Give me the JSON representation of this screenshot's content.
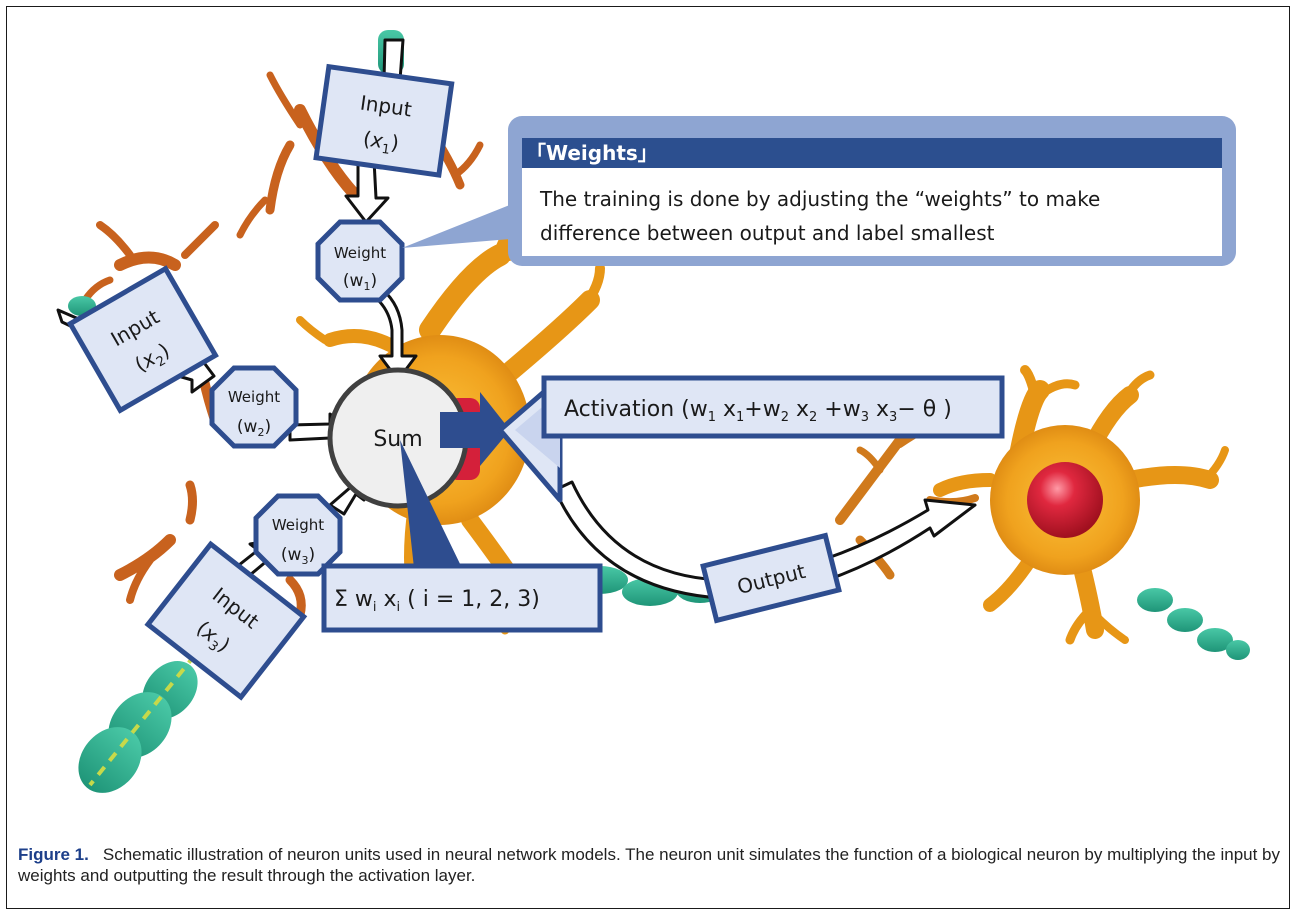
{
  "diagram": {
    "inputs": [
      {
        "label": "Input",
        "var": "x",
        "sub": "1"
      },
      {
        "label": "Input",
        "var": "x",
        "sub": "2"
      },
      {
        "label": "Input",
        "var": "x",
        "sub": "3"
      }
    ],
    "weights": [
      {
        "label": "Weight",
        "var": "w",
        "sub": "1"
      },
      {
        "label": "Weight",
        "var": "w",
        "sub": "2"
      },
      {
        "label": "Weight",
        "var": "w",
        "sub": "3"
      }
    ],
    "sum_label": "Sum",
    "sum_formula": {
      "symbol": "Σ w",
      "i_sub": "i",
      "x": " x",
      "rest": " ( i = 1, 2, 3)"
    },
    "activation": {
      "prefix": "Activation (w",
      "s1": "1",
      "t1": " x",
      "s2": "1",
      "t2": "+w",
      "s3": "2",
      "t3": " x",
      "s4": "2",
      "t4": " +w",
      "s5": "3",
      "t5": " x",
      "s6": "3",
      "t6": "− θ )"
    },
    "output_label": "Output",
    "callout": {
      "title": "「Weights」",
      "line1": "The training is done by adjusting the “weights” to make",
      "line2": "difference between output and label smallest"
    },
    "colors": {
      "box_fill": "#dfe6f5",
      "box_border": "#2e4d8f",
      "callout_header": "#2c4f8f",
      "neuron": "#f0a21e",
      "nucleus": "#d4203a",
      "dendrite": "#c8621e",
      "myelin": "#2fb494"
    }
  },
  "caption": {
    "label": "Figure 1.",
    "text": "Schematic illustration of neuron units used in neural network models. The neuron unit simulates the function of a biological neuron by multiplying the input by weights and outputting the result through the activation layer."
  }
}
